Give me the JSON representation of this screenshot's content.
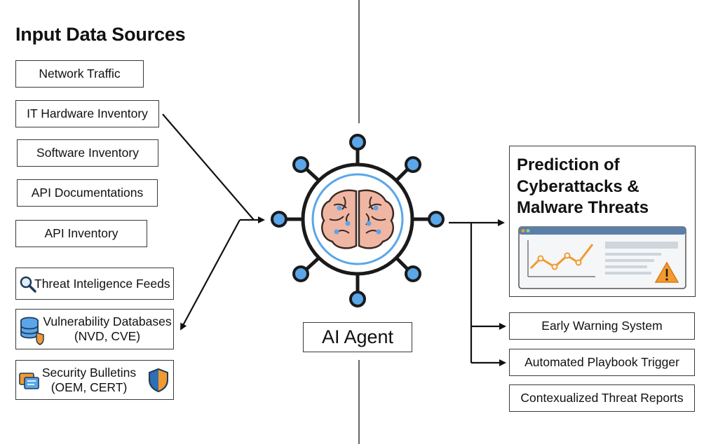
{
  "inputs": {
    "title": "Input Data Sources",
    "items": [
      {
        "label": "Network Traffic"
      },
      {
        "label": "IT Hardware Inventory"
      },
      {
        "label": "Software Inventory"
      },
      {
        "label": "API Documentations"
      },
      {
        "label": "API Inventory"
      },
      {
        "label": "Threat Inteligence Feeds",
        "icon": "magnifier-icon"
      },
      {
        "line1": "Vulnerability Databases",
        "line2": "(NVD, CVE)",
        "icon": "database-shield-icon"
      },
      {
        "line1": "Security Bulletins",
        "line2": "(OEM, CERT)",
        "icon": "bulletin-icon"
      }
    ]
  },
  "agent": {
    "label": "AI Agent",
    "icon": "brain-network-icon"
  },
  "outputs": {
    "prediction": {
      "title": "Prediction of\nCyberattacks &\nMalware Threats",
      "icon": "dashboard-warning-icon"
    },
    "items": [
      {
        "label": "Early Warning System"
      },
      {
        "label": "Automated Playbook Trigger"
      },
      {
        "label": "Contexualized Threat Reports"
      }
    ]
  },
  "colors": {
    "node_blue": "#5aa6e8",
    "brain_pink": "#f0b6a4",
    "warning_orange": "#f29a2e",
    "shield_blue": "#2f6fb2"
  }
}
